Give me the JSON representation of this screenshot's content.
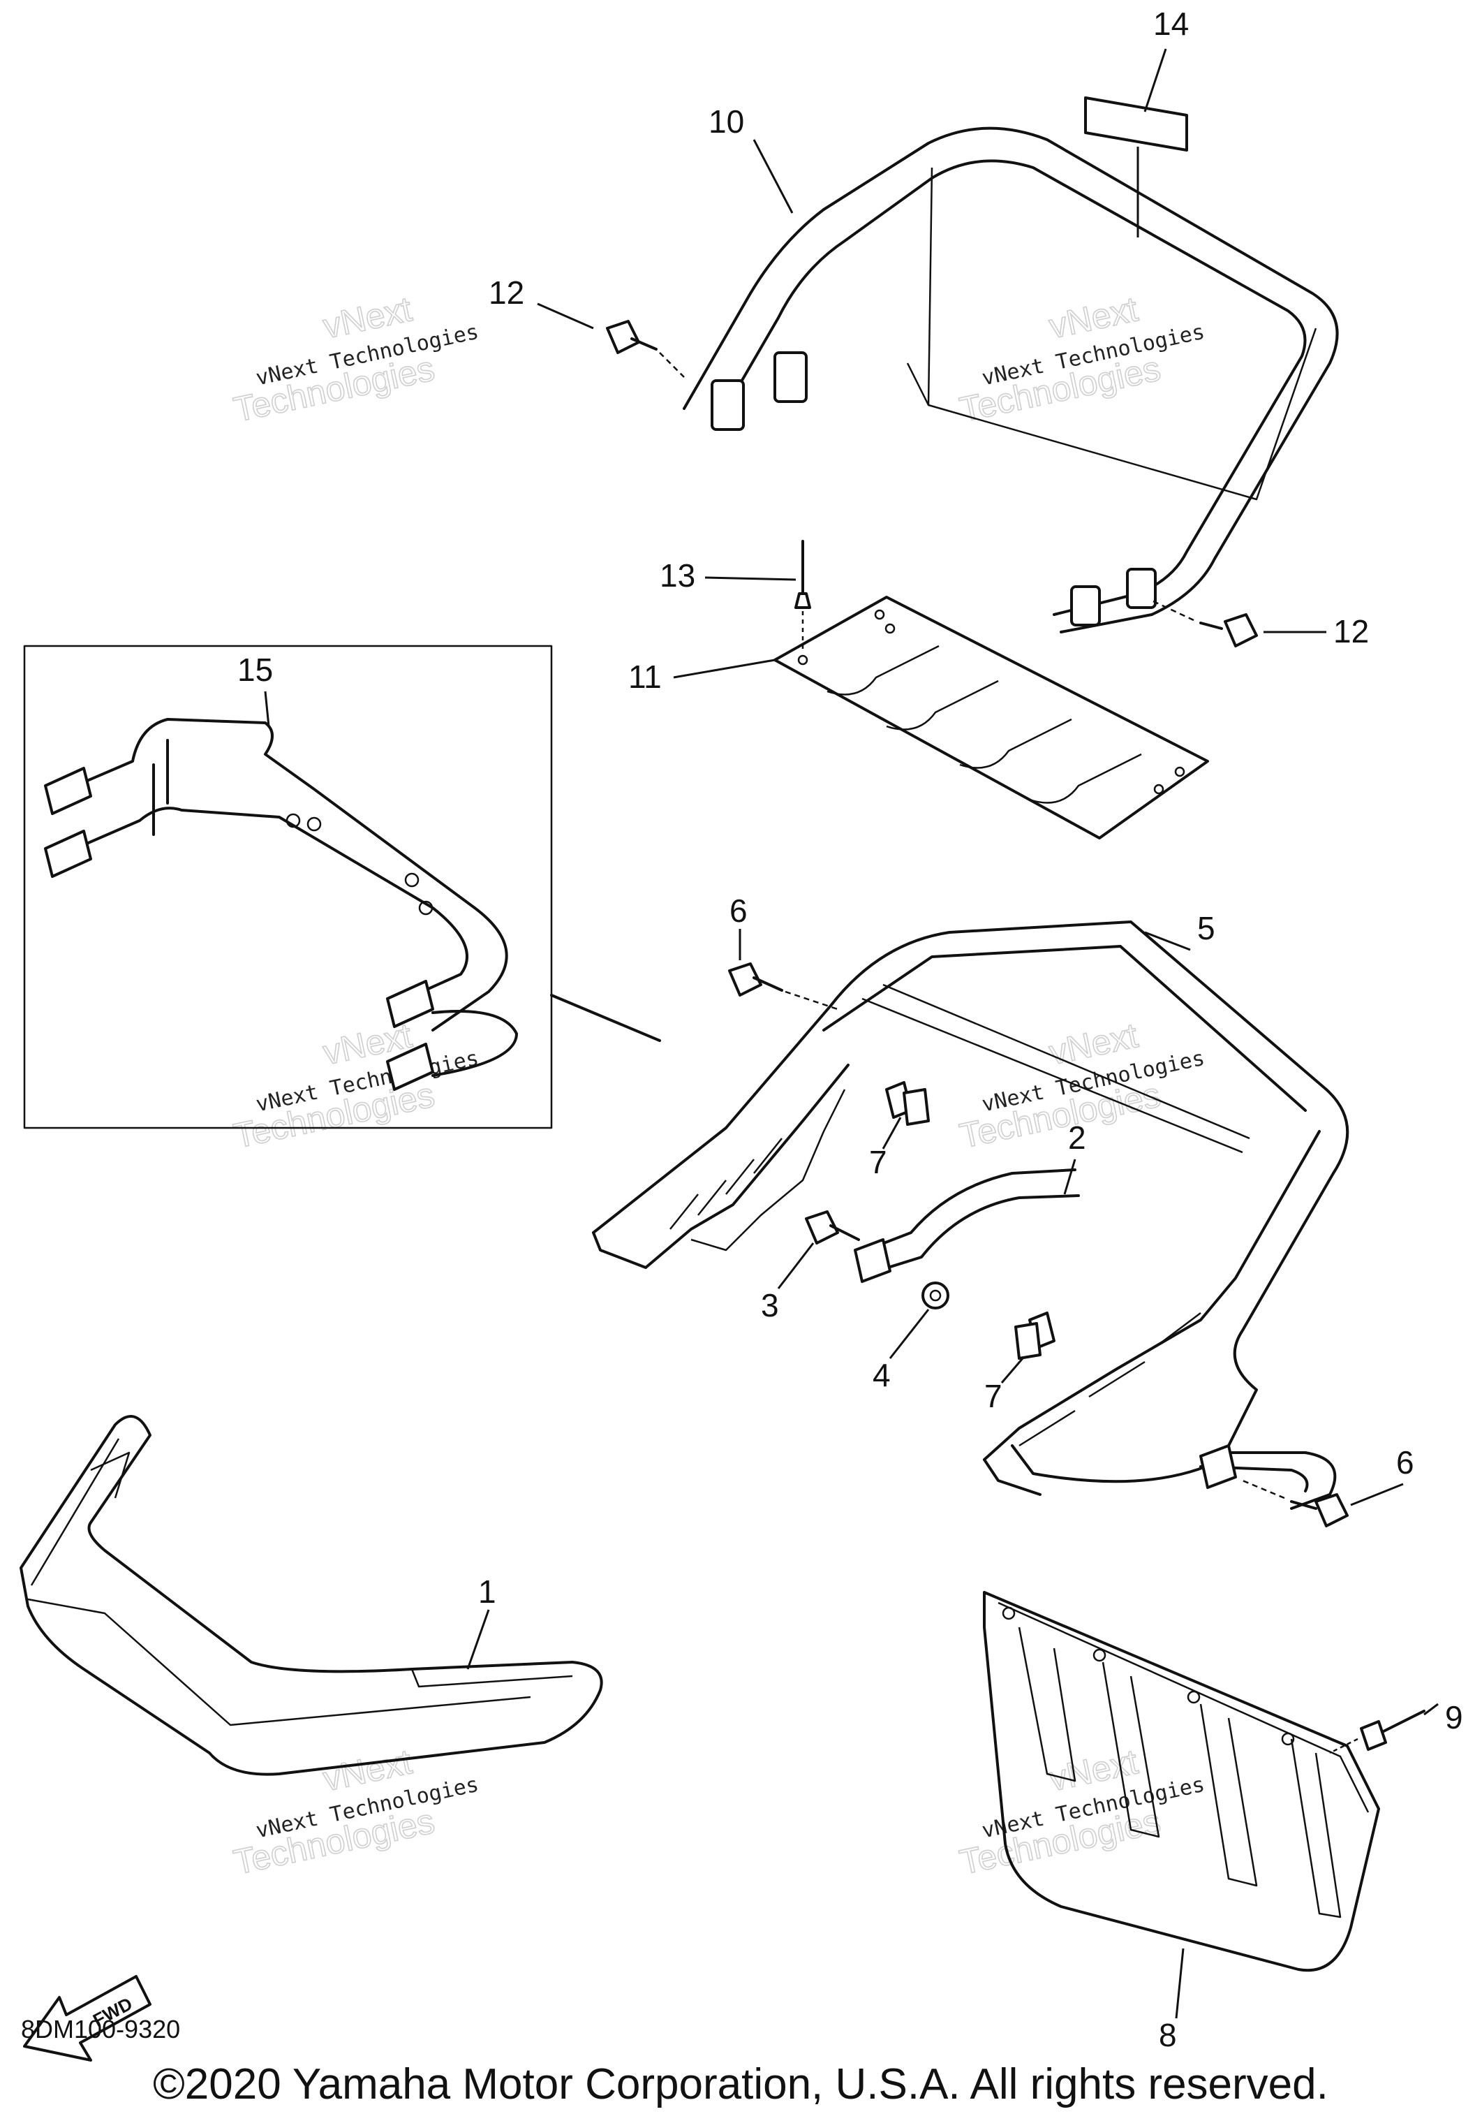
{
  "diagram_code": "8DM100-9320",
  "copyright": "©2020 Yamaha Motor Corporation, U.S.A. All rights reserved.",
  "fwd_label": "FWD",
  "watermark": {
    "line1": "vNext",
    "line2": "vNext Technologies",
    "line3": "Technologies"
  },
  "callouts": {
    "c1": "1",
    "c2": "2",
    "c3": "3",
    "c4": "4",
    "c5": "5",
    "c6a": "6",
    "c6b": "6",
    "c7a": "7",
    "c7b": "7",
    "c8": "8",
    "c9": "9",
    "c10": "10",
    "c11": "11",
    "c12a": "12",
    "c12b": "12",
    "c13": "13",
    "c14": "14",
    "c15": "15"
  }
}
